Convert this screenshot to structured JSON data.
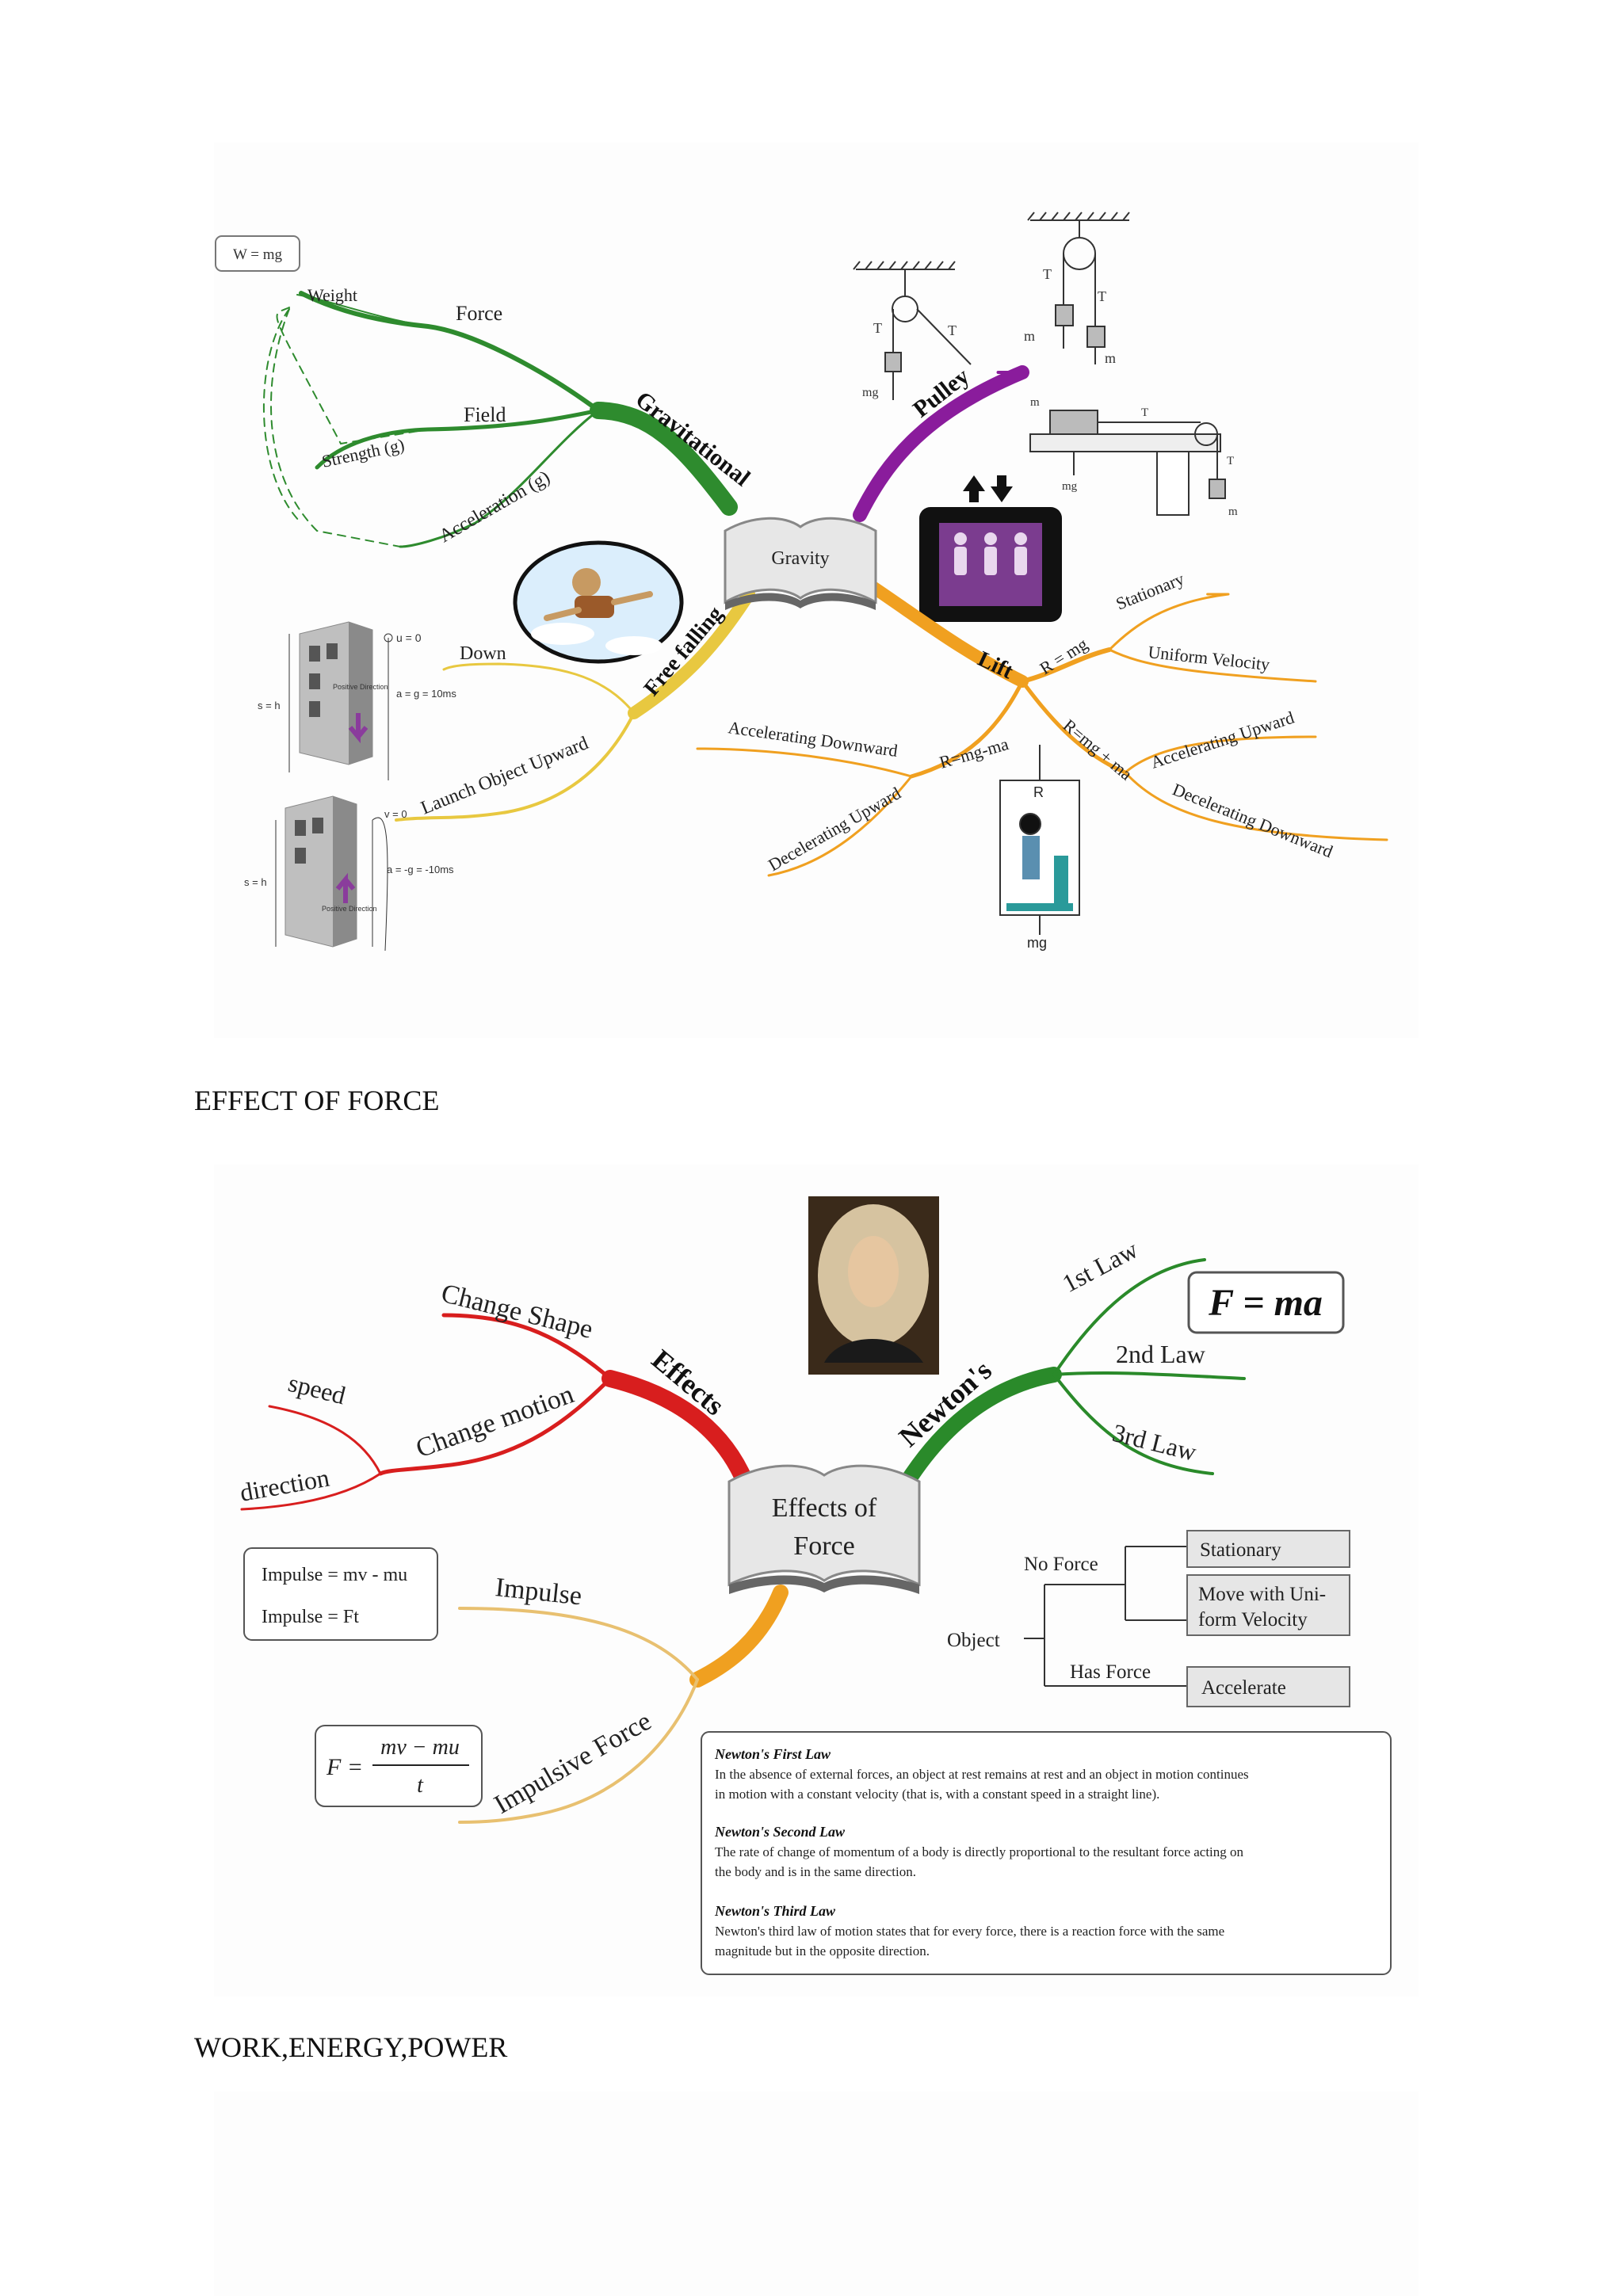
{
  "section_titles": {
    "effect_of_force": "EFFECT OF FORCE",
    "work_energy_power": "WORK,ENERGY,POWER"
  },
  "gravity_map": {
    "center": "Gravity",
    "formula_box": "W = mg",
    "gravitational": {
      "branch": "Gravitational",
      "weight": "Weight",
      "force": "Force",
      "field": "Field",
      "strength": "Strength (g)",
      "acceleration": "Acceleration (g)"
    },
    "pulley": {
      "branch": "Pulley",
      "t1": "T",
      "t2": "T",
      "mg": "mg",
      "m1g": "m",
      "m2g": "m"
    },
    "free_falling": {
      "branch": "Free falling",
      "down": "Down",
      "launch": "Launch Object Upward",
      "u0": "u = 0",
      "a_pos": "a = g = 10ms",
      "a_neg": "a = -g = -10ms",
      "s_h": "s = h",
      "v0": "v = 0",
      "pos_dir": "Positive Direction"
    },
    "lift": {
      "branch": "Lift",
      "r_mg": "R = mg",
      "r_mg_ma_minus": "R=mg-ma",
      "r_mg_ma_plus": "R=mg + ma",
      "stationary": "Stationary",
      "uniform_velocity": "Uniform Velocity",
      "accel_up": "Accelerating Upward",
      "decel_down": "Decelerating Downward",
      "accel_down": "Accelerating Downward",
      "decel_up": "Decelerating Upward",
      "r": "R",
      "mg": "mg"
    }
  },
  "force_map": {
    "center_line1": "Effects of",
    "center_line2": "Force",
    "effects": {
      "branch": "Effects",
      "change_shape": "Change Shape",
      "change_motion": "Change motion",
      "speed": "speed",
      "direction": "direction"
    },
    "newtons": {
      "branch": "Newton's",
      "first": "1st Law",
      "second": "2nd Law",
      "third": "3rd Law",
      "f_ma": "F = ma"
    },
    "impulse": {
      "impulse": "Impulse",
      "impulsive_force": "Impulsive Force",
      "box_line1": "Impulse = mv - mu",
      "box_line2": "Impulse = Ft",
      "frac_f": "F =",
      "frac_num": "mv − mu",
      "frac_den": "t"
    },
    "object_tree": {
      "object": "Object",
      "no_force": "No Force",
      "has_force": "Has Force",
      "stationary": "Stationary",
      "move_uniform_1": "Move with Uni-",
      "move_uniform_2": "form Velocity",
      "accelerate": "Accelerate"
    },
    "laws_box": {
      "first_title": "Newton's First Law",
      "first_l1": "In the absence of external forces, an object at rest remains at rest and an object in motion continues",
      "first_l2": "in motion with a constant velocity (that is, with a constant speed in a straight line).",
      "second_title": "Newton's Second Law",
      "second_l1": "The rate of change of momentum of a body is directly proportional to the resultant force acting on",
      "second_l2": "the body and is in the same direction.",
      "third_title": "Newton's Third Law",
      "third_l1": "Newton's third law of motion states that for every force, there is a reaction force with the same",
      "third_l2": "magnitude but in the opposite direction."
    }
  },
  "colors": {
    "gravitational": "#2e8b2e",
    "pulley": "#8a1c9c",
    "free_falling": "#e8c840",
    "lift": "#f0a020",
    "effects": "#d81e1e",
    "newtons": "#2a8a2a",
    "impulse": "#e8b040"
  }
}
